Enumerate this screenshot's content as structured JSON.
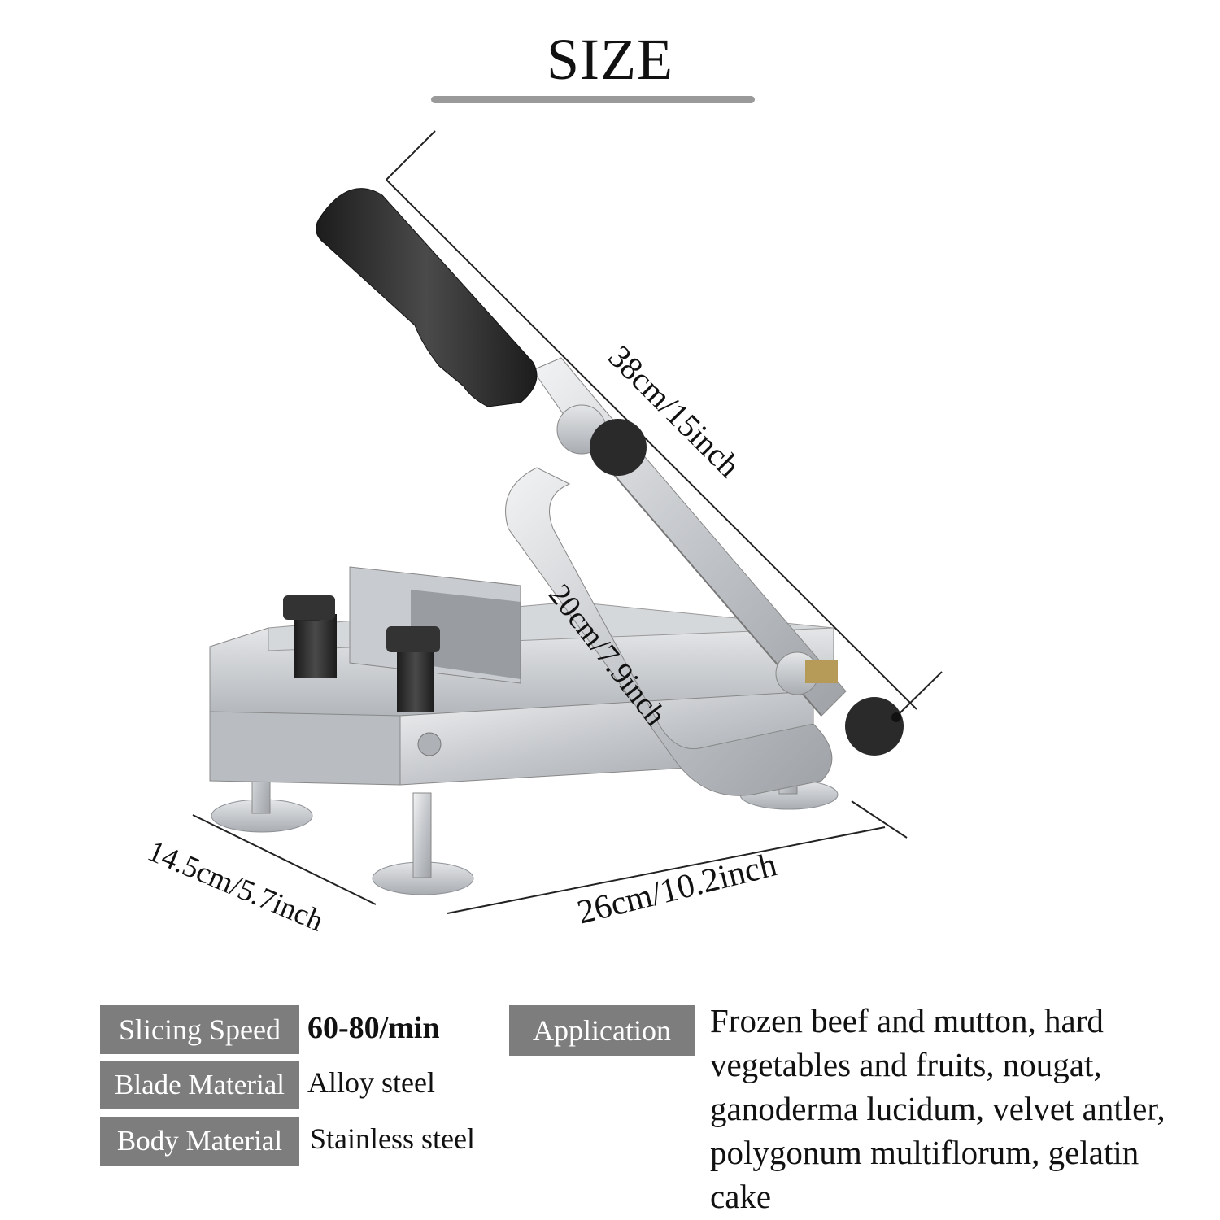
{
  "header": {
    "title": "SIZE"
  },
  "dimensions": {
    "height": "38cm/15inch",
    "blade": "20cm/7.9inch",
    "depth": "14.5cm/5.7inch",
    "width": "26cm/10.2inch"
  },
  "specs": {
    "slicing_speed_label": "Slicing Speed",
    "slicing_speed_value": "60-80/min",
    "blade_material_label": "Blade Material",
    "blade_material_value": "Alloy steel",
    "body_material_label": "Body Material",
    "body_material_value": "Stainless steel",
    "application_label": "Application",
    "application_value": "Frozen beef and mutton, hard vegetables and fruits, nougat, ganoderma lucidum, velvet antler, polygonum multiflorum, gelatin cake"
  },
  "colors": {
    "label_bg": "#7d7d7d",
    "rule": "#9a9a9a",
    "handle": "#2b2b2b",
    "steel": "#c9ccd0"
  }
}
